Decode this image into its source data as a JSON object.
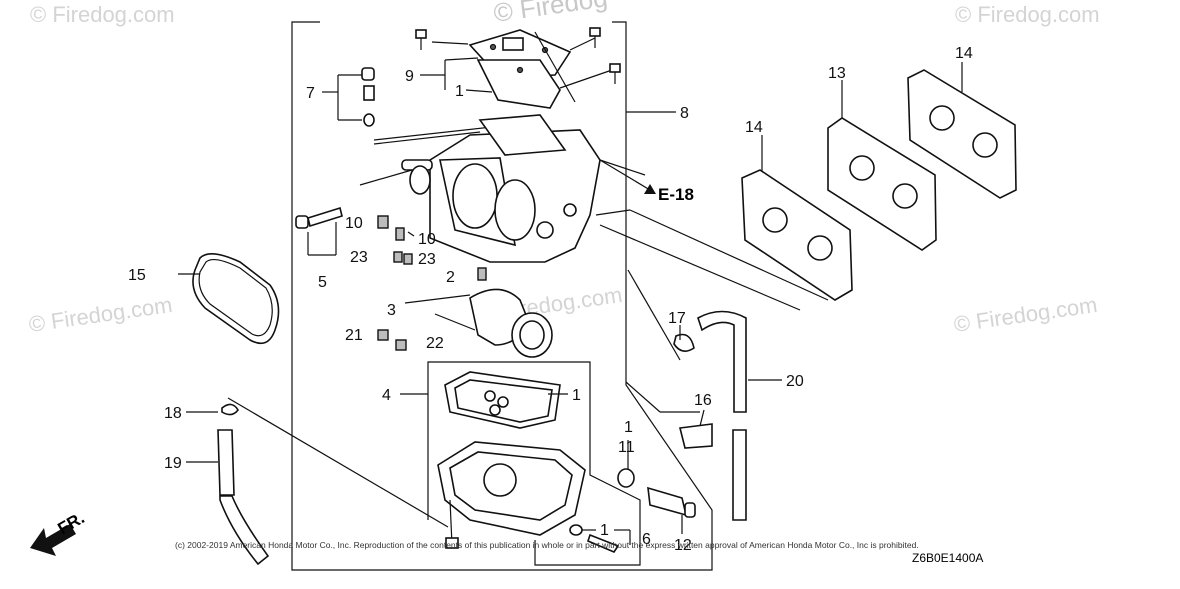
{
  "watermark": {
    "text": "© Firedog.com",
    "top_text": "© Firedog"
  },
  "callouts": {
    "c1": "1",
    "c2": "2",
    "c3": "3",
    "c4": "4",
    "c5": "5",
    "c6": "6",
    "c7": "7",
    "c8": "8",
    "c9": "9",
    "c10a": "10",
    "c10b": "10",
    "c11": "11",
    "c12": "12",
    "c13": "13",
    "c14a": "14",
    "c14b": "14",
    "c15": "15",
    "c16": "16",
    "c17": "17",
    "c18": "18",
    "c19": "19",
    "c20": "20",
    "c21": "21",
    "c22": "22",
    "c23a": "23",
    "c23b": "23",
    "c1b": "1",
    "c1c": "1",
    "c1d": "1"
  },
  "reference": "E-18",
  "direction_label": "FR.",
  "copyright": "(c) 2002-2019 American Honda Motor Co., Inc. Reproduction of the contents of this publication in whole or in part without the express written approval of American Honda Motor Co., Inc is prohibited.",
  "diagram_code": "Z6B0E1400A"
}
